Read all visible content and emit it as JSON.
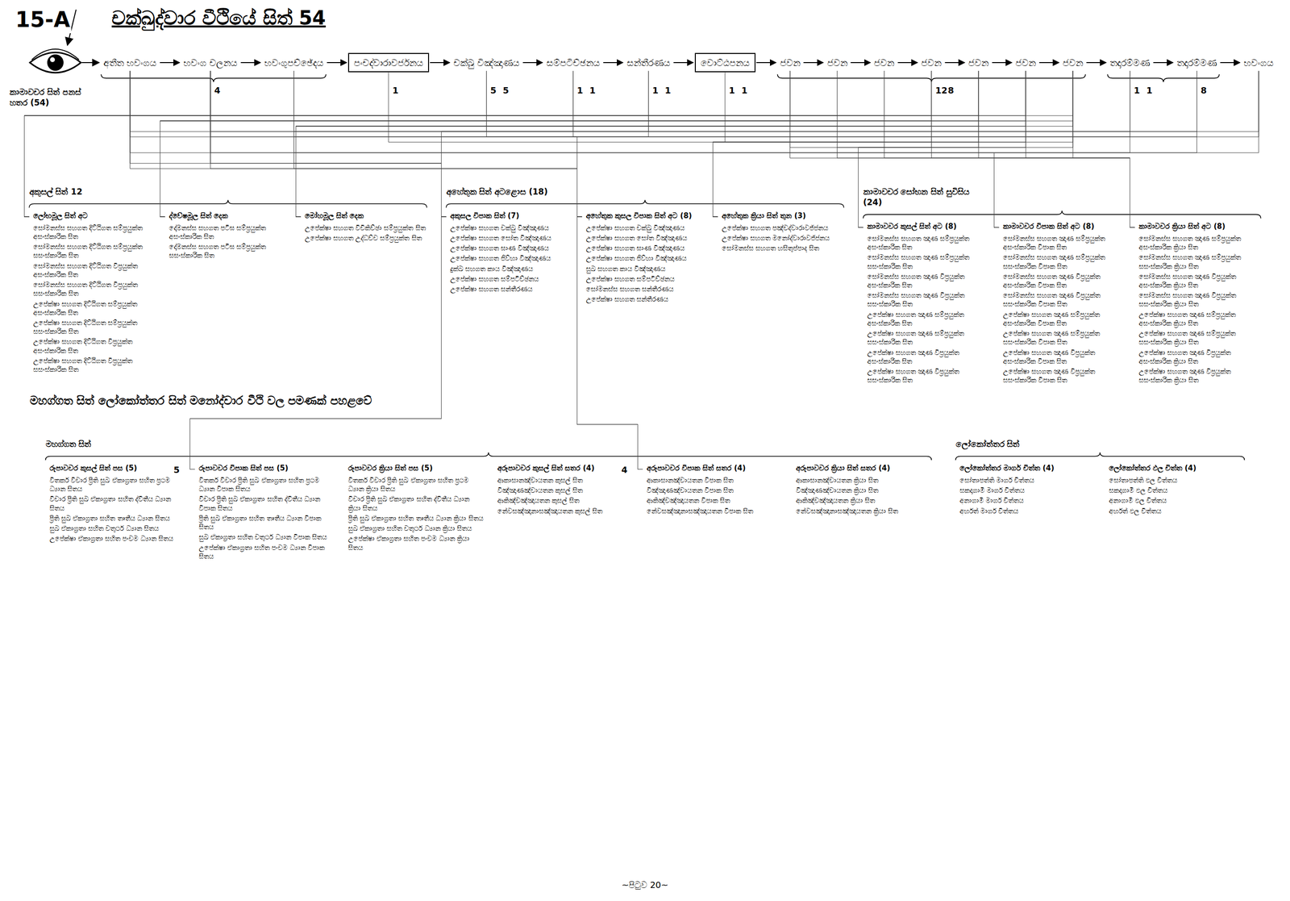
{
  "diagram": {
    "title": "චක්ඛුද්වාර වීථියේ සිත් 54",
    "nodes": [
      {
        "text": [
          "අතීත භවංගය"
        ]
      },
      {
        "text": [
          "භවංග චලනය"
        ]
      },
      {
        "text": [
          "භවංගුපච්ඡේදය"
        ]
      },
      {
        "text": [
          "පංචද්වාරාවර්ජනය"
        ]
      },
      {
        "text": [
          "චක්ඛු විඤ්ඤාණය"
        ]
      },
      {
        "text": [
          "සම්පටිච්ඡනය"
        ]
      },
      {
        "text": [
          "සන්තීරණය"
        ]
      },
      {
        "text": [
          "වොට්ඨපනය"
        ]
      },
      {
        "text": [
          "ජවන"
        ]
      },
      {
        "text": [
          "ජවන"
        ]
      },
      {
        "text": [
          "ජවන"
        ]
      },
      {
        "text": [
          "ජවන"
        ]
      },
      {
        "text": [
          "ජවන"
        ]
      },
      {
        "text": [
          "ජවන"
        ]
      },
      {
        "text": [
          "ජවන"
        ]
      },
      {
        "text": [
          "තදාරම්මණ"
        ]
      },
      {
        "text": [
          "තදාරම්මණ"
        ]
      },
      {
        "text": [
          "භවංගය"
        ]
      },
      {
        "text": [
          "අකුසල් සිත් 12"
        ]
      },
      {
        "text": [
          "ලෝභමූල සිත් අට",
          "සෝමනස්ස සහගත දිට්ඨිගත සම්ප්‍රයුක්ත අසංස්කාරික සිත",
          "සෝමනස්ස සහගත දිට්ඨිගත සම්ප්‍රයුක්ත සසංස්කාරික සිත",
          "සෝමනස්ස සහගත දිට්ඨිගත විප්‍රයුක්ත අසංස්කාරික සිත",
          "සෝමනස්ස සහගත දිට්ඨිගත විප්‍රයුක්ත සසංස්කාරික සිත",
          "උපේක්ෂා සහගත දිට්ඨිගත සම්ප්‍රයුක්ත අසංස්කාරික සිත",
          "උපේක්ෂා සහගත දිට්ඨිගත සම්ප්‍රයුක්ත සසංස්කාරික සිත",
          "උපේක්ෂා සහගත දිට්ඨිගත විප්‍රයුක්ත අසංස්කාරික සිත",
          "උපේක්ෂා සහගත දිට්ඨිගත විප්‍රයුක්ත සසංස්කාරික සිත"
        ],
        "in": 18
      },
      {
        "text": [
          "ද්වේෂමූල සිත් දෙක",
          "දෝමනස්ස සහගත පටිඝ සම්ප්‍රයුක්ත අසංස්කාරික සිත",
          "දෝමනස්ස සහගත පටිඝ සම්ප්‍රයුක්ත සසංස්කාරික සිත"
        ],
        "in": 18
      },
      {
        "text": [
          "මෝහමූල සිත් දෙක",
          "උපේක්ෂා සහගත විචිකිච්ඡා සම්ප්‍රයුක්ත සිත",
          "උපේක්ෂා සහගත උද්ධච්ච සම්ප්‍රයුක්ත සිත"
        ],
        "in": 18
      },
      {
        "text": [
          "අහේතුක සිත් අටළොස (18)"
        ]
      },
      {
        "text": [
          "අකුසල විපාක සිත් (7)",
          "උපේක්ෂා සහගත චක්ඛු විඤ්ඤාණය",
          "උපේක්ෂා සහගත සෝත විඤ්ඤාණය",
          "උපේක්ෂා සහගත ඝාණ විඤ්ඤාණය",
          "උපේක්ෂා සහගත ජිව්හා විඤ්ඤාණය",
          "දුක්ඛ සහගත කාය විඤ්ඤාණය",
          "උපේක්ෂා සහගත සම්පටිච්ඡනය",
          "උපේක්ෂා සහගත සන්තීරණය"
        ],
        "in": 22
      },
      {
        "text": [
          "අහේතුක කුසල විපාක සිත් අට (8)",
          "උපේක්ෂා සහගත චක්ඛු විඤ්ඤාණය",
          "උපේක්ෂා සහගත සෝත විඤ්ඤාණය",
          "උපේක්ෂා සහගත ඝාණ විඤ්ඤාණය",
          "උපේක්ෂා සහගත ජිව්හා විඤ්ඤාණය",
          "සුඛ සහගත කාය විඤ්ඤාණය",
          "උපේක්ෂා සහගත සම්පටිච්ඡනය",
          "සෝමනස්ස සහගත සන්තීරණය",
          "උපේක්ෂා සහගත සන්තීරණය"
        ],
        "in": 22
      },
      {
        "text": [
          "අහේතුක ක්‍රියා සිත් තුන (3)",
          "උපේක්ෂා සහගත පඤ්චද්වාරාවජ්ජනය",
          "උපේක්ෂා සහගත මනෝද්වාරාවජ්ජනය",
          "සෝමනස්ස සහගත හසිතුප්පාද සිත"
        ],
        "in": 22
      },
      {
        "text": [
          "කාමාවචර සෝභන සිත් සුවිසිය (24)"
        ]
      },
      {
        "text": [
          "කාමාවචර කුසල් සිත් අට (8)",
          "සෝමනස්ස සහගත ඤාණ සම්ප්‍රයුක්ත අසංස්කාරික සිත",
          "සෝමනස්ස සහගත ඤාණ සම්ප්‍රයුක්ත සසංස්කාරික සිත",
          "සෝමනස්ස සහගත ඤාණ විප්‍රයුක්ත අසංස්කාරික සිත",
          "සෝමනස්ස සහගත ඤාණ විප්‍රයුක්ත සසංස්කාරික සිත",
          "උපේක්ෂා සහගත ඤාණ සම්ප්‍රයුක්ත අසංස්කාරික සිත",
          "උපේක්ෂා සහගත ඤාණ සම්ප්‍රයුක්ත සසංස්කාරික සිත",
          "උපේක්ෂා සහගත ඤාණ විප්‍රයුක්ත අසංස්කාරික සිත",
          "උපේක්ෂා සහගත ඤාණ විප්‍රයුක්ත සසංස්කාරික සිත"
        ],
        "in": 26
      },
      {
        "text": [
          "කාමාවචර විපාක සිත් අට (8)",
          "සෝමනස්ස සහගත ඤාණ සම්ප්‍රයුක්ත අසංස්කාරික විපාක සිත",
          "සෝමනස්ස සහගත ඤාණ සම්ප්‍රයුක්ත සසංස්කාරික විපාක සිත",
          "සෝමනස්ස සහගත ඤාණ විප්‍රයුක්ත අසංස්කාරික විපාක සිත",
          "සෝමනස්ස සහගත ඤාණ විප්‍රයුක්ත සසංස්කාරික විපාක සිත",
          "උපේක්ෂා සහගත ඤාණ සම්ප්‍රයුක්ත අසංස්කාරික විපාක සිත",
          "උපේක්ෂා සහගත ඤාණ සම්ප්‍රයුක්ත සසංස්කාරික විපාක සිත",
          "උපේක්ෂා සහගත ඤාණ විප්‍රයුක්ත අසංස්කාරික විපාක සිත",
          "උපේක්ෂා සහගත ඤාණ විප්‍රයුක්ත සසංස්කාරික විපාක සිත"
        ],
        "in": 26
      },
      {
        "text": [
          "කාමාවචර ක්‍රියා සිත් අට (8)",
          "සෝමනස්ස සහගත ඤාණ සම්ප්‍රයුක්ත අසංස්කාරික ක්‍රියා සිත",
          "සෝමනස්ස සහගත ඤාණ සම්ප්‍රයුක්ත සසංස්කාරික ක්‍රියා සිත",
          "සෝමනස්ස සහගත ඤාණ විප්‍රයුක්ත අසංස්කාරික ක්‍රියා සිත",
          "සෝමනස්ස සහගත ඤාණ විප්‍රයුක්ත සසංස්කාරික ක්‍රියා සිත",
          "උපේක්ෂා සහගත ඤාණ සම්ප්‍රයුක්ත අසංස්කාරික ක්‍රියා සිත",
          "උපේක්ෂා සහගත ඤාණ සම්ප්‍රයුක්ත සසංස්කාරික ක්‍රියා සිත",
          "උපේක්ෂා සහගත ඤාණ විප්‍රයුක්ත අසංස්කාරික ක්‍රියා සිත",
          "උපේක්ෂා සහගත ඤාණ විප්‍රයුක්ත සසංස්කාරික ක්‍රියා සිත"
        ],
        "in": 26
      },
      {
        "text": [
          "මහග්ගත සිත්"
        ]
      },
      {
        "text": [
          "රූපාවචර කුසල් සිත් පස (5)",
          "විතර්ක විචාර ප්‍රීති සුඛ ඒකාග්‍රතා සහිත ප්‍රථම ධ්‍යාන සිතය",
          "විචාර ප්‍රීති සුඛ ඒකාග්‍රතා සහිත ද්විතීය ධ්‍යාන සිතය",
          "ප්‍රීති සුඛ ඒකාග්‍රතා සහිත තෘතීය ධ්‍යාන සිතය",
          "සුඛ ඒකාග්‍රතා සහිත චතුර්ථ ධ්‍යාන සිතය",
          "උපේක්ෂා ඒකාග්‍රතා සහිත පංචම ධ්‍යාන සිතය"
        ],
        "in": 30
      },
      {
        "text": [
          "රූපාවචර විපාක සිත් පස (5)",
          "විතර්ක විචාර ප්‍රීති සුඛ ඒකාග්‍රතා සහිත ප්‍රථම ධ්‍යාන විපාක සිතය",
          "විචාර ප්‍රීති සුඛ ඒකාග්‍රතා සහිත ද්විතීය ධ්‍යාන විපාක සිතය",
          "ප්‍රීති සුඛ ඒකාග්‍රතා සහිත තෘතීය ධ්‍යාන විපාක සිතය",
          "සුඛ ඒකාග්‍රතා සහිත චතුර්ථ ධ්‍යාන විපාක සිතය",
          "උපේක්ෂා ඒකාග්‍රතා සහිත පංචම ධ්‍යාන විපාක සිතය"
        ],
        "in": 30
      },
      {
        "text": [
          "රූපාවචර ක්‍රියා සිත් පස (5)",
          "විතර්ක විචාර ප්‍රීති සුඛ ඒකාග්‍රතා සහිත ප්‍රථම ධ්‍යාන ක්‍රියා සිතය",
          "විචාර ප්‍රීති සුඛ ඒකාග්‍රතා සහිත ද්විතීය ධ්‍යාන ක්‍රියා සිතය",
          "ප්‍රීති සුඛ ඒකාග්‍රතා සහිත තෘතීය ධ්‍යාන ක්‍රියා සිතය",
          "සුඛ ඒකාග්‍රතා සහිත චතුර්ථ ධ්‍යාන ක්‍රියා සිතය",
          "උපේක්ෂා ඒකාග්‍රතා සහිත පංචම ධ්‍යාන ක්‍රියා සිතය"
        ],
        "in": 30
      },
      {
        "text": [
          "අරූපාවචර කුසල් සිත් සතර (4)",
          "ආකාසානඤ්චායතන කුසල් සිත",
          "විඤ්ඤාණඤ්චායතන කුසල් සිත",
          "ආකිඤ්චඤ්ඤායතන කුසල් සිත",
          "නේවසඤ්ඤානාසඤ්ඤායතන කුසල් සිත"
        ],
        "in": 30
      },
      {
        "text": [
          "අරූපාවචර විපාක සිත් සතර (4)",
          "ආකාසානඤ්චායතන විපාක සිත",
          "විඤ්ඤාණඤ්චායතන විපාක සිත",
          "ආකිඤ්චඤ්ඤායතන විපාක සිත",
          "නේවසඤ්ඤානාසඤ්ඤායතන විපාක සිත"
        ],
        "in": 30
      },
      {
        "text": [
          "අරූපාවචර ක්‍රියා සිත් සතර (4)",
          "ආකාසානඤ්චායතන ක්‍රියා සිත",
          "විඤ්ඤාණඤ්චායතන ක්‍රියා සිත",
          "ආකිඤ්චඤ්ඤායතන ක්‍රියා සිත",
          "නේවසඤ්ඤානාසඤ්ඤායතන ක්‍රියා සිත"
        ],
        "in": 30
      },
      {
        "text": [
          "ලෝකෝත්තර සිත්"
        ]
      },
      {
        "text": [
          "ලෝකෝත්තර මාර්ග චිත්ත (4)",
          "සෝතාපත්ති මාර්ග චිත්තය",
          "සකදාගාමි මාර්ග චිත්තය",
          "අනාගාමි මාර්ග චිත්තය",
          "අර්හත් මාර්ග චිත්තය"
        ],
        "in": 37
      },
      {
        "text": [
          "ලෝකෝත්තර ඵල චිත්ත (4)",
          "සෝතාපත්ති ඵල චිත්තය",
          "සකදාගාමි ඵල චිත්තය",
          "අනාගාමි ඵල චිත්තය",
          "අර්හත් ඵල චිත්තය"
        ],
        "in": 37
      }
    ],
    "edges": [
      {
        "from": 0,
        "to": 1,
        "arrow": "to"
      },
      {
        "from": 1,
        "to": 2,
        "arrow": "to"
      },
      {
        "from": 2,
        "to": 3,
        "arrow": "to"
      },
      {
        "from": 3,
        "to": 4,
        "arrow": "to"
      },
      {
        "from": 4,
        "to": 5,
        "arrow": "to"
      },
      {
        "from": 5,
        "to": 6,
        "arrow": "to"
      },
      {
        "from": 6,
        "to": 7,
        "arrow": "to"
      },
      {
        "from": 7,
        "to": 8,
        "arrow": "to"
      },
      {
        "from": 8,
        "to": 9,
        "arrow": "to"
      },
      {
        "from": 9,
        "to": 10,
        "arrow": "to"
      },
      {
        "from": 10,
        "to": 11,
        "arrow": "to"
      },
      {
        "from": 11,
        "to": 12,
        "arrow": "to"
      },
      {
        "from": 12,
        "to": 13,
        "arrow": "to"
      },
      {
        "from": 13,
        "to": 14,
        "arrow": "to"
      },
      {
        "from": 14,
        "to": 15,
        "arrow": "to"
      },
      {
        "from": 15,
        "to": 16,
        "arrow": "to"
      },
      {
        "from": 16,
        "to": 17,
        "arrow": "to"
      },
      {
        "from": 0,
        "to": 23,
        "arrow": "none"
      },
      {
        "from": 0,
        "to": 24,
        "arrow": "none"
      },
      {
        "from": 0,
        "to": 28,
        "arrow": "none"
      },
      {
        "from": 0,
        "to": 32,
        "arrow": "none"
      },
      {
        "from": 0,
        "to": 35,
        "arrow": "none"
      },
      {
        "from": 1,
        "to": 23,
        "arrow": "none"
      },
      {
        "from": 1,
        "to": 24,
        "arrow": "none"
      },
      {
        "from": 1,
        "to": 28,
        "arrow": "none"
      },
      {
        "from": 1,
        "to": 32,
        "arrow": "none"
      },
      {
        "from": 1,
        "to": 35,
        "arrow": "none"
      },
      {
        "from": 2,
        "to": 23,
        "arrow": "none"
      },
      {
        "from": 2,
        "to": 24,
        "arrow": "none"
      },
      {
        "from": 2,
        "to": 28,
        "arrow": "none"
      },
      {
        "from": 2,
        "to": 32,
        "arrow": "none"
      },
      {
        "from": 2,
        "to": 35,
        "arrow": "none"
      },
      {
        "from": 3,
        "to": 25,
        "arrow": "none"
      },
      {
        "from": 4,
        "to": 23,
        "arrow": "none"
      },
      {
        "from": 4,
        "to": 24,
        "arrow": "none"
      },
      {
        "from": 5,
        "to": 23,
        "arrow": "none"
      },
      {
        "from": 5,
        "to": 24,
        "arrow": "none"
      },
      {
        "from": 6,
        "to": 23,
        "arrow": "none"
      },
      {
        "from": 6,
        "to": 24,
        "arrow": "none"
      },
      {
        "from": 7,
        "to": 25,
        "arrow": "none"
      },
      {
        "from": 8,
        "to": 19,
        "arrow": "none"
      },
      {
        "from": 8,
        "to": 20,
        "arrow": "none"
      },
      {
        "from": 8,
        "to": 21,
        "arrow": "none"
      },
      {
        "from": 8,
        "to": 25,
        "arrow": "none"
      },
      {
        "from": 8,
        "to": 27,
        "arrow": "none"
      },
      {
        "from": 8,
        "to": 29,
        "arrow": "none"
      },
      {
        "from": 9,
        "to": 19,
        "arrow": "none"
      },
      {
        "from": 9,
        "to": 20,
        "arrow": "none"
      },
      {
        "from": 9,
        "to": 21,
        "arrow": "none"
      },
      {
        "from": 9,
        "to": 25,
        "arrow": "none"
      },
      {
        "from": 9,
        "to": 27,
        "arrow": "none"
      },
      {
        "from": 9,
        "to": 29,
        "arrow": "none"
      },
      {
        "from": 10,
        "to": 19,
        "arrow": "none"
      },
      {
        "from": 10,
        "to": 20,
        "arrow": "none"
      },
      {
        "from": 10,
        "to": 21,
        "arrow": "none"
      },
      {
        "from": 10,
        "to": 25,
        "arrow": "none"
      },
      {
        "from": 10,
        "to": 27,
        "arrow": "none"
      },
      {
        "from": 10,
        "to": 29,
        "arrow": "none"
      },
      {
        "from": 11,
        "to": 19,
        "arrow": "none"
      },
      {
        "from": 11,
        "to": 20,
        "arrow": "none"
      },
      {
        "from": 11,
        "to": 21,
        "arrow": "none"
      },
      {
        "from": 11,
        "to": 25,
        "arrow": "none"
      },
      {
        "from": 11,
        "to": 27,
        "arrow": "none"
      },
      {
        "from": 11,
        "to": 29,
        "arrow": "none"
      },
      {
        "from": 12,
        "to": 19,
        "arrow": "none"
      },
      {
        "from": 12,
        "to": 20,
        "arrow": "none"
      },
      {
        "from": 12,
        "to": 21,
        "arrow": "none"
      },
      {
        "from": 12,
        "to": 25,
        "arrow": "none"
      },
      {
        "from": 12,
        "to": 27,
        "arrow": "none"
      },
      {
        "from": 12,
        "to": 29,
        "arrow": "none"
      },
      {
        "from": 13,
        "to": 19,
        "arrow": "none"
      },
      {
        "from": 13,
        "to": 20,
        "arrow": "none"
      },
      {
        "from": 13,
        "to": 21,
        "arrow": "none"
      },
      {
        "from": 13,
        "to": 25,
        "arrow": "none"
      },
      {
        "from": 13,
        "to": 27,
        "arrow": "none"
      },
      {
        "from": 13,
        "to": 29,
        "arrow": "none"
      },
      {
        "from": 14,
        "to": 19,
        "arrow": "none"
      },
      {
        "from": 14,
        "to": 20,
        "arrow": "none"
      },
      {
        "from": 14,
        "to": 21,
        "arrow": "none"
      },
      {
        "from": 14,
        "to": 25,
        "arrow": "none"
      },
      {
        "from": 14,
        "to": 27,
        "arrow": "none"
      },
      {
        "from": 14,
        "to": 29,
        "arrow": "none"
      },
      {
        "from": 15,
        "to": 23,
        "arrow": "none"
      },
      {
        "from": 15,
        "to": 24,
        "arrow": "none"
      },
      {
        "from": 15,
        "to": 28,
        "arrow": "none"
      },
      {
        "from": 16,
        "to": 23,
        "arrow": "none"
      },
      {
        "from": 16,
        "to": 24,
        "arrow": "none"
      },
      {
        "from": 16,
        "to": 28,
        "arrow": "none"
      },
      {
        "from": 17,
        "to": 23,
        "arrow": "none"
      },
      {
        "from": 17,
        "to": 24,
        "arrow": "none"
      },
      {
        "from": 17,
        "to": 28,
        "arrow": "none"
      }
    ],
    "labels": [
      "15-A",
      "කාමාවචර සිත් පනස් හතර (54)",
      "මහග්ගත සිත් ලෝකෝත්තර සිත් මනෝද්වාර වීථි වල පමණක් පහළවේ",
      "~පිටුව 20~",
      "4",
      "1",
      "5",
      "5",
      "1",
      "1",
      "1",
      "1",
      "1",
      "1",
      "12",
      "8",
      "1",
      "1",
      "8",
      "5",
      "4"
    ]
  }
}
